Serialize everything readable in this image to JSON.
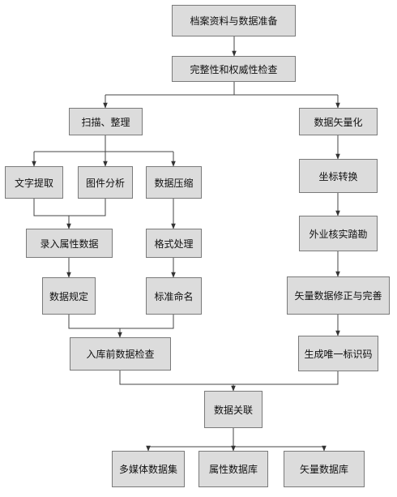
{
  "flowchart": {
    "nodes": {
      "archive_prep": "档案资料与数据准备",
      "integrity_check": "完整性和权威性检查",
      "scan_organize": "扫描、整理",
      "data_vectorize": "数据矢量化",
      "text_extract": "文字提取",
      "figure_analysis": "图件分析",
      "data_compress": "数据压缩",
      "coord_transform": "坐标转换",
      "attr_entry": "录入属性数据",
      "format_process": "格式处理",
      "field_verify": "外业核实踏勘",
      "data_spec": "数据规定",
      "standard_naming": "标准命名",
      "vector_fix": "矢量数据修正与完善",
      "pre_storage_check": "入库前数据检查",
      "unique_id": "生成唯一标识码",
      "data_link": "数据关联",
      "multimedia_db": "多媒体数据集",
      "attribute_db": "属性数据库",
      "vector_db": "矢量数据库"
    }
  }
}
